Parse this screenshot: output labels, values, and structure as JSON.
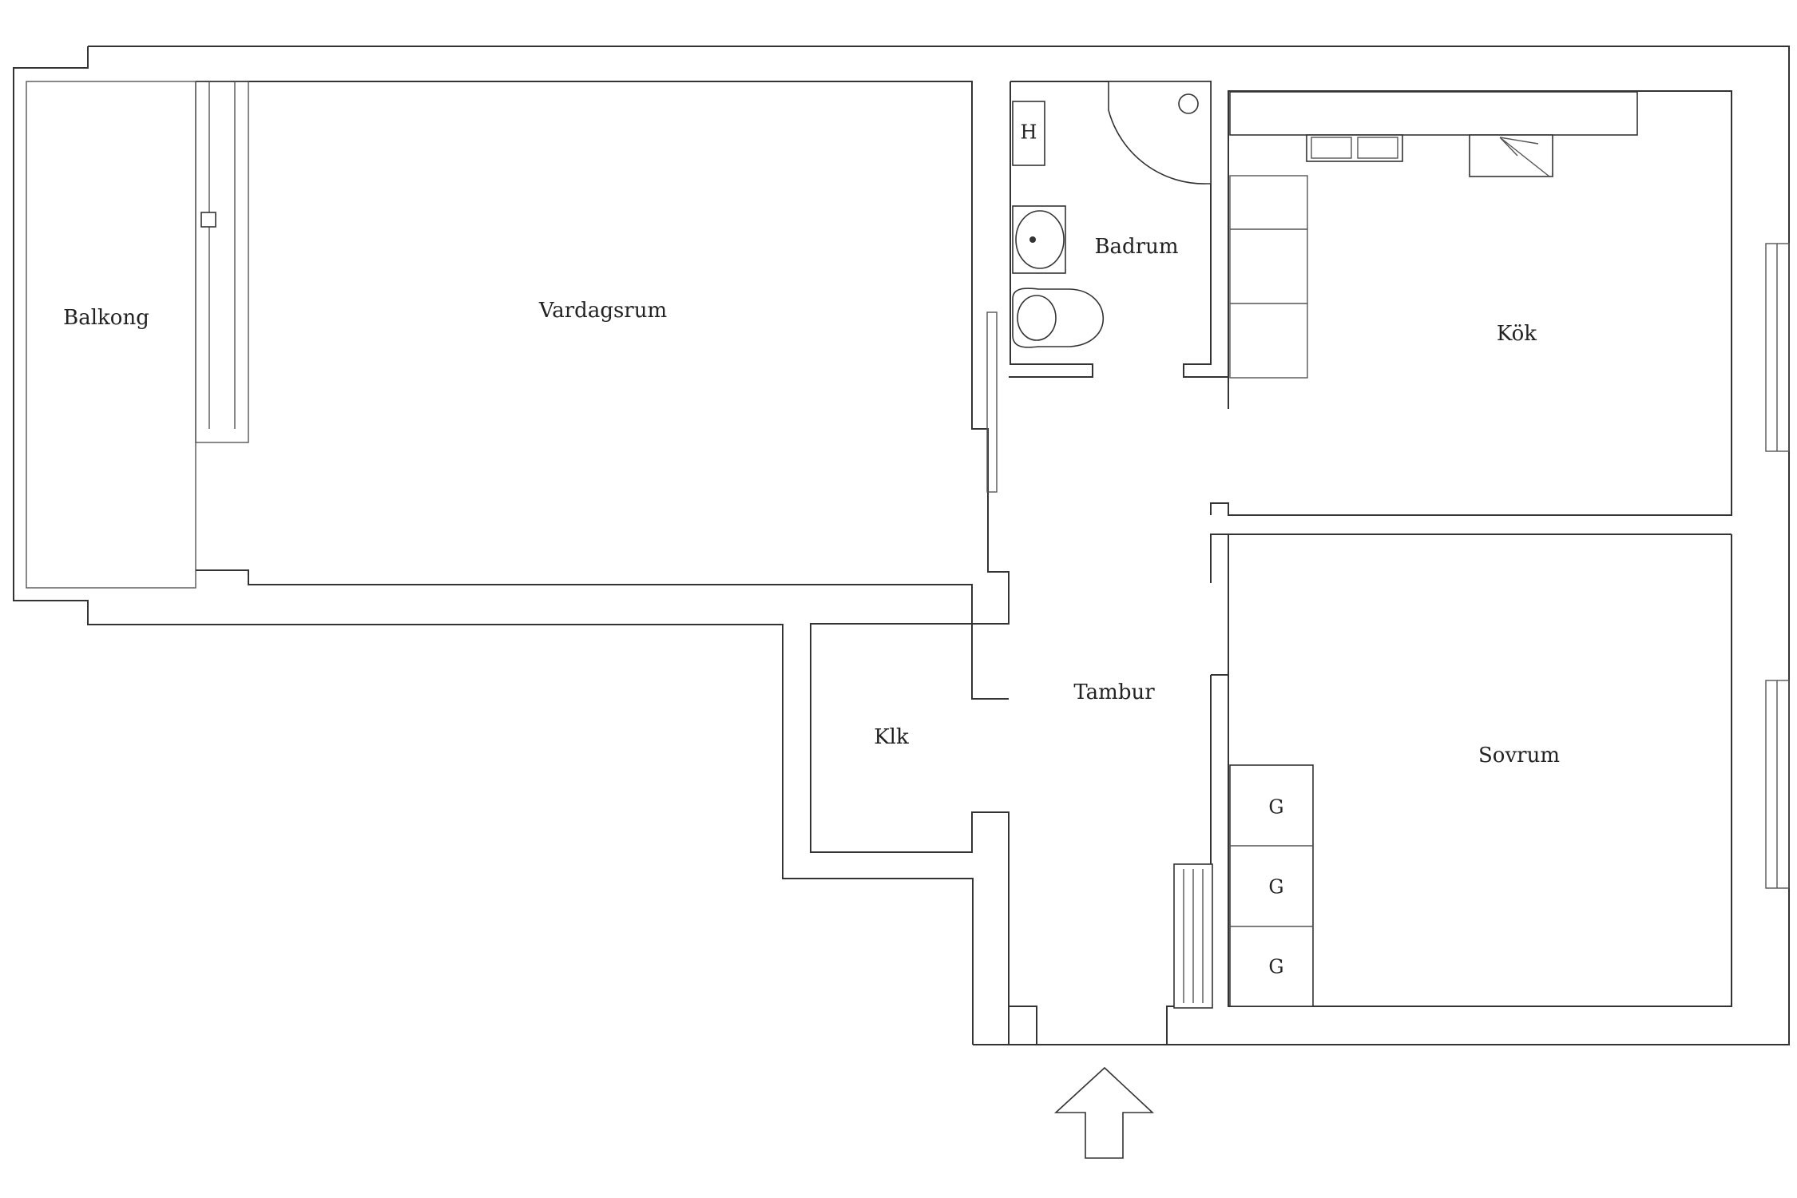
{
  "rooms": {
    "balkong": "Balkong",
    "vardagsrum": "Vardagsrum",
    "badrum": "Badrum",
    "kok": "Kök",
    "tambur": "Tambur",
    "klk": "Klk",
    "sovrum": "Sovrum"
  },
  "markers": {
    "heater": "H",
    "wardrobes": [
      "G",
      "G",
      "G"
    ]
  }
}
